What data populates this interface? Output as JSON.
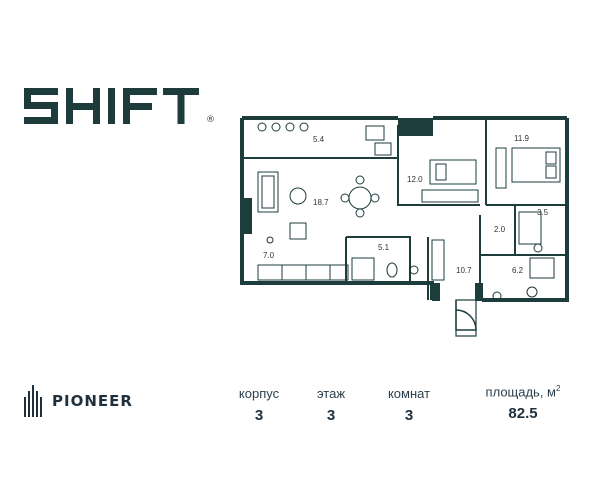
{
  "brand": {
    "logo_text": "SHIFT",
    "registered": "®",
    "developer": "PIONEER"
  },
  "rooms": {
    "balcony": "5.4",
    "bedroom_left": "12.0",
    "bedroom_right": "11.9",
    "living": "18.7",
    "bath_right": "3.5",
    "hall_small": "2.0",
    "kitchen": "7.0",
    "bath_center": "5.1",
    "corridor": "10.7",
    "wardrobe": "6.2"
  },
  "stats": {
    "building_label": "корпус",
    "building_value": "3",
    "floor_label": "этаж",
    "floor_value": "3",
    "rooms_label": "комнат",
    "rooms_value": "3",
    "area_label": "площадь, м",
    "area_sup": "2",
    "area_value": "82.5"
  },
  "colors": {
    "brand": "#1c3b3a",
    "walls": "#1d3c3c",
    "text": "#1f2f3c"
  }
}
